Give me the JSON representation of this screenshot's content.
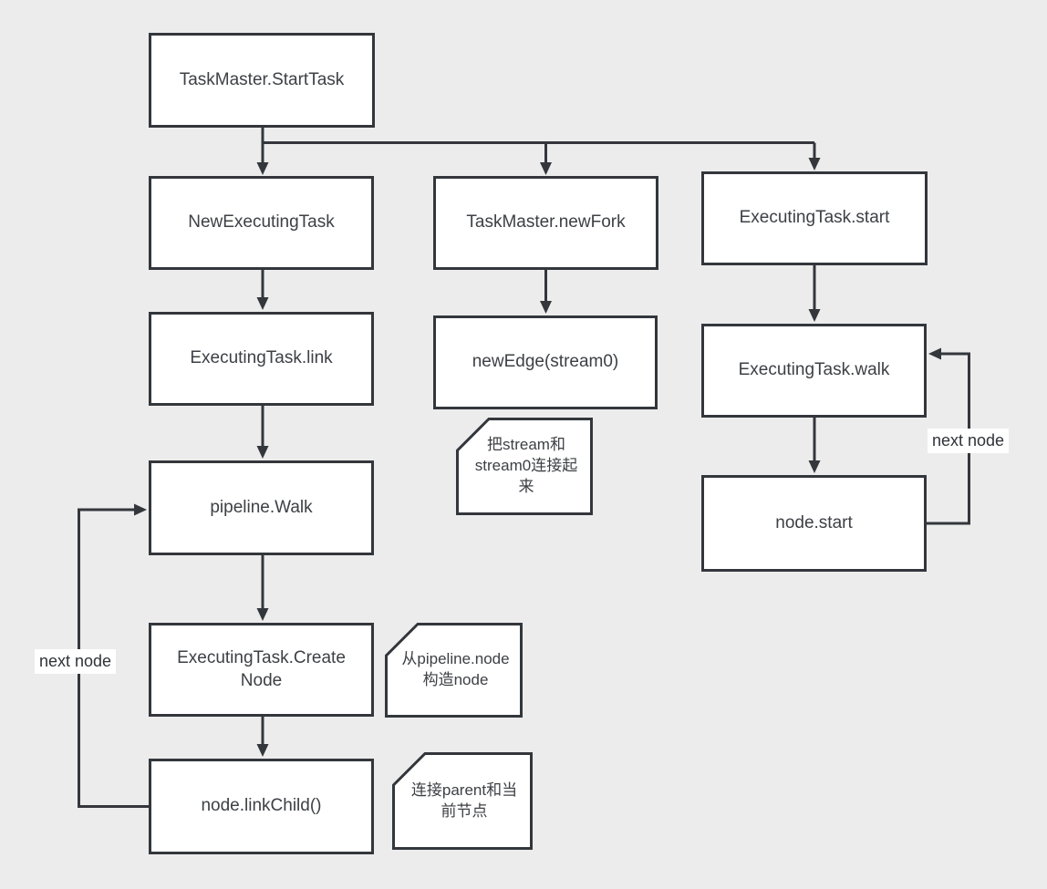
{
  "diagram": {
    "title": "task execution flowchart",
    "colors": {
      "background": "#ececec",
      "shape_fill": "#ffffff",
      "stroke": "#33373c",
      "text": "#3d4045"
    },
    "nodes": [
      {
        "id": "taskmaster-starttask",
        "label": "TaskMaster.StartTask"
      },
      {
        "id": "new-executing-task",
        "label": "NewExecutingTask"
      },
      {
        "id": "executing-task-link",
        "label": "ExecutingTask.link"
      },
      {
        "id": "pipeline-walk",
        "label": "pipeline.Walk"
      },
      {
        "id": "executing-task-create-node",
        "label": "ExecutingTask.CreateNode"
      },
      {
        "id": "node-link-child",
        "label": "node.linkChild()"
      },
      {
        "id": "taskmaster-newfork",
        "label": "TaskMaster.newFork"
      },
      {
        "id": "new-edge-stream0",
        "label": "newEdge(stream0)"
      },
      {
        "id": "executing-task-start",
        "label": "ExecutingTask.start"
      },
      {
        "id": "executing-task-walk",
        "label": "ExecutingTask.walk"
      },
      {
        "id": "node-start",
        "label": "node.start"
      }
    ],
    "notes": [
      {
        "id": "note-connect-streams",
        "text": "把stream和stream0连接起来"
      },
      {
        "id": "note-construct-node",
        "text": "从pipeline.node构造node"
      },
      {
        "id": "note-link-parent",
        "text": "连接parent和当前节点"
      }
    ],
    "edge_labels": {
      "left": "next node",
      "right": "next node"
    }
  }
}
